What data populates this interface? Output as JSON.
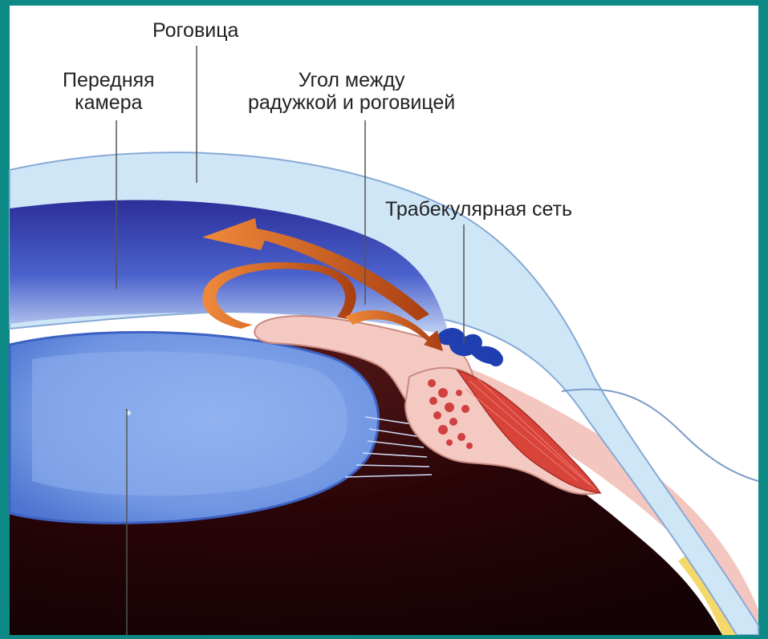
{
  "labels": {
    "cornea": "Роговица",
    "anterior_chamber_line1": "Передняя",
    "anterior_chamber_line2": "камера",
    "angle_line1": "Угол между",
    "angle_line2": "радужкой и роговицей",
    "trabecular_meshwork": "Трабекулярная сеть"
  },
  "colors": {
    "frame": "#0d8a85",
    "cornea": "#cfe6f6",
    "anterior_chamber": "#3b49b8",
    "lens": "#6f95e2",
    "iris": "#f4c9c2",
    "ciliary_muscle": "#d8433a",
    "posterior_interior": "#3a0a10",
    "flow_arrow": "#d9651c"
  }
}
